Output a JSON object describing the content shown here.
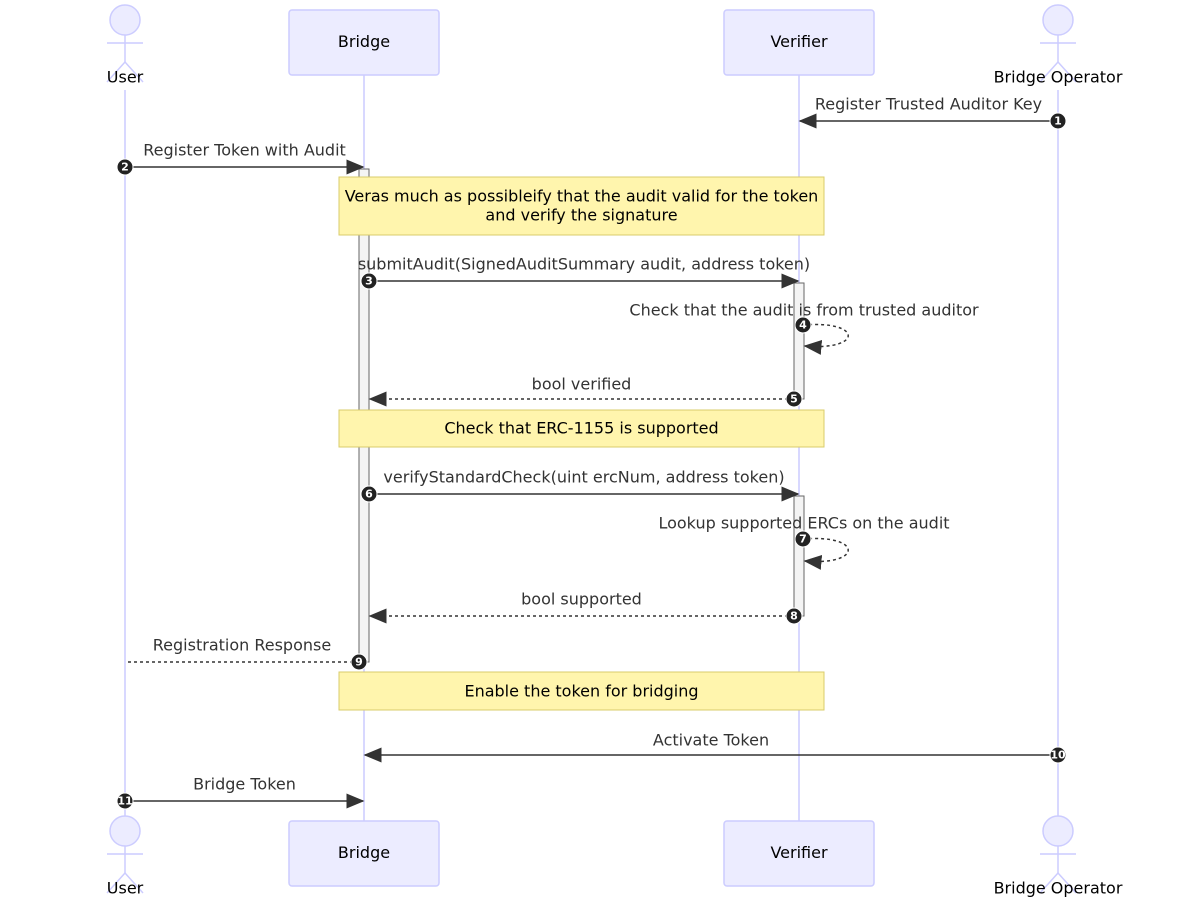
{
  "actors": [
    {
      "id": "user",
      "name": "User",
      "kind": "stick"
    },
    {
      "id": "bridge",
      "name": "Bridge",
      "kind": "box"
    },
    {
      "id": "verifier",
      "name": "Verifier",
      "kind": "box"
    },
    {
      "id": "operator",
      "name": "Bridge Operator",
      "kind": "stick"
    }
  ],
  "messages": [
    {
      "num": "1",
      "from": "operator",
      "to": "verifier",
      "label": "Register Trusted Auditor Key",
      "style": "solid"
    },
    {
      "num": "2",
      "from": "user",
      "to": "bridge",
      "label": "Register Token with Audit",
      "style": "solid"
    },
    {
      "num": "3",
      "from": "bridge",
      "to": "verifier",
      "label": "submitAudit(SignedAuditSummary audit, address token)",
      "style": "solid"
    },
    {
      "num": "4",
      "from": "verifier",
      "to": "verifier",
      "label": "Check that the audit is from trusted auditor",
      "style": "dashed"
    },
    {
      "num": "5",
      "from": "verifier",
      "to": "bridge",
      "label": "bool verified",
      "style": "dashed"
    },
    {
      "num": "6",
      "from": "bridge",
      "to": "verifier",
      "label": "verifyStandardCheck(uint ercNum, address token)",
      "style": "solid"
    },
    {
      "num": "7",
      "from": "verifier",
      "to": "verifier",
      "label": "Lookup supported ERCs on the audit",
      "style": "dashed"
    },
    {
      "num": "8",
      "from": "verifier",
      "to": "bridge",
      "label": "bool supported",
      "style": "dashed"
    },
    {
      "num": "9",
      "from": "bridge",
      "to": "user",
      "label": "Registration Response",
      "style": "dashed"
    },
    {
      "num": "10",
      "from": "operator",
      "to": "bridge",
      "label": "Activate Token",
      "style": "solid"
    },
    {
      "num": "11",
      "from": "user",
      "to": "bridge",
      "label": "Bridge Token",
      "style": "solid"
    }
  ],
  "notes": [
    {
      "lines": [
        "Veras much as possibleify that the audit valid for the token",
        "and verify the signature"
      ]
    },
    {
      "lines": [
        "Check that ERC-1155 is supported"
      ]
    },
    {
      "lines": [
        "Enable the token for bridging"
      ]
    }
  ],
  "colors": {
    "actor_fill": "#ECECFF",
    "actor_stroke": "#CCCCFF",
    "lifeline": "#CCCCFF",
    "note_fill": "#FFF5AD",
    "note_stroke": "#D9CC6B",
    "activation_fill": "#F4F4F4",
    "activation_stroke": "#666666",
    "line": "#333333"
  }
}
